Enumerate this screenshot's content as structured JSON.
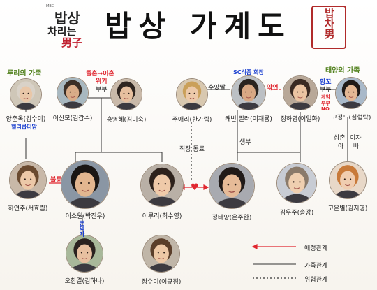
{
  "title": "밥상 가계도",
  "logo_left": {
    "small": "MBC",
    "line1": "밥상",
    "line2": "차리는",
    "line3": "男子",
    "badge": "차리는"
  },
  "logo_right": {
    "text": "밥차男"
  },
  "group_labels": {
    "left": "루리의 가족",
    "right": "태양의 가족"
  },
  "people": [
    {
      "id": "yang",
      "name": "양춘옥(김수미)",
      "face": "#e9c7a8",
      "hair": "#d9d2c8",
      "bg": "#cfc7b8"
    },
    {
      "id": "lee_sinmo",
      "name": "이신모(김갑수)",
      "face": "#d9ac88",
      "hair": "#3a2e26",
      "bg": "#a8b8c0"
    },
    {
      "id": "hong",
      "name": "홍영혜(김미숙)",
      "face": "#e6bf9f",
      "hair": "#2f2520",
      "bg": "#c9b9a9"
    },
    {
      "id": "ju",
      "name": "주애리(한가림)",
      "face": "#ecc9a9",
      "hair": "#caa05a",
      "bg": "#d8c8b0"
    },
    {
      "id": "caven",
      "name": "캐빈 밀러(이재룡)",
      "face": "#d8a884",
      "hair": "#2a2420",
      "bg": "#bcc0c4"
    },
    {
      "id": "jung_hwa",
      "name": "정하영(이일화)",
      "face": "#ebc4a2",
      "hair": "#3a2a22",
      "bg": "#b8a898"
    },
    {
      "id": "go_jd",
      "name": "고정도(심형탁)",
      "face": "#e4b894",
      "hair": "#1f1a17",
      "bg": "#a9b9c9"
    },
    {
      "id": "ha",
      "name": "하연주(서효림)",
      "face": "#ecc8a8",
      "hair": "#6a4a30",
      "bg": "#c8b8a8"
    },
    {
      "id": "lee_sw",
      "name": "이소원(박진우)",
      "face": "#e2b690",
      "hair": "#1a1614",
      "bg": "#8a96a4"
    },
    {
      "id": "lee_ruri",
      "name": "이루리(최수영)",
      "face": "#efcaa9",
      "hair": "#2d221c",
      "bg": "#b9b0a6"
    },
    {
      "id": "jung_ty",
      "name": "정태양(온주완)",
      "face": "#e6bb98",
      "hair": "#201a18",
      "bg": "#a8aab0"
    },
    {
      "id": "kim_wj",
      "name": "김우주(송강)",
      "face": "#efcfb0",
      "hair": "#8a7a6a",
      "bg": "#c8ccd4"
    },
    {
      "id": "go_eb",
      "name": "고은별(김지영)",
      "face": "#f0cdb0",
      "hair": "#c87a3a",
      "bg": "#e8d8c8"
    },
    {
      "id": "oh",
      "name": "오한결(김하나)",
      "face": "#e8c0a0",
      "hair": "#2a2220",
      "bg": "#a8b89a"
    },
    {
      "id": "jung_sm",
      "name": "정수미(이규정)",
      "face": "#edc8a6",
      "hair": "#5a3e2a",
      "bg": "#c0b6a8"
    }
  ],
  "relations": {
    "lee_hong_top": "졸혼→이혼",
    "lee_hong_crisis": "위기",
    "lee_hong_couple": "부부",
    "yang_sub": "헬리콥터맘",
    "ju_caven": "수양딸",
    "caven_title": "SC식품 회장",
    "caven_jung": "악연",
    "jung_go_top": "앙꼬",
    "jung_go_couple": "부부",
    "contract1": "계약",
    "contract2": "부부",
    "contract3": "NO",
    "ju_ty": "직장 동료",
    "caven_ty": "생부",
    "go_eb_left": "삼촌",
    "go_eb_left2": "아",
    "go_eb_right": "이자",
    "go_eb_right2": "빠",
    "ha_sw": "불륜",
    "sw_oh": "혼외자"
  },
  "legend": {
    "love": "애정관계",
    "family": "가족관계",
    "danger": "위험관계"
  },
  "colors": {
    "love": "#e0262f",
    "family": "#333333",
    "danger": "#333333",
    "blue": "#1a3fd0",
    "green": "#4f7f1a"
  }
}
